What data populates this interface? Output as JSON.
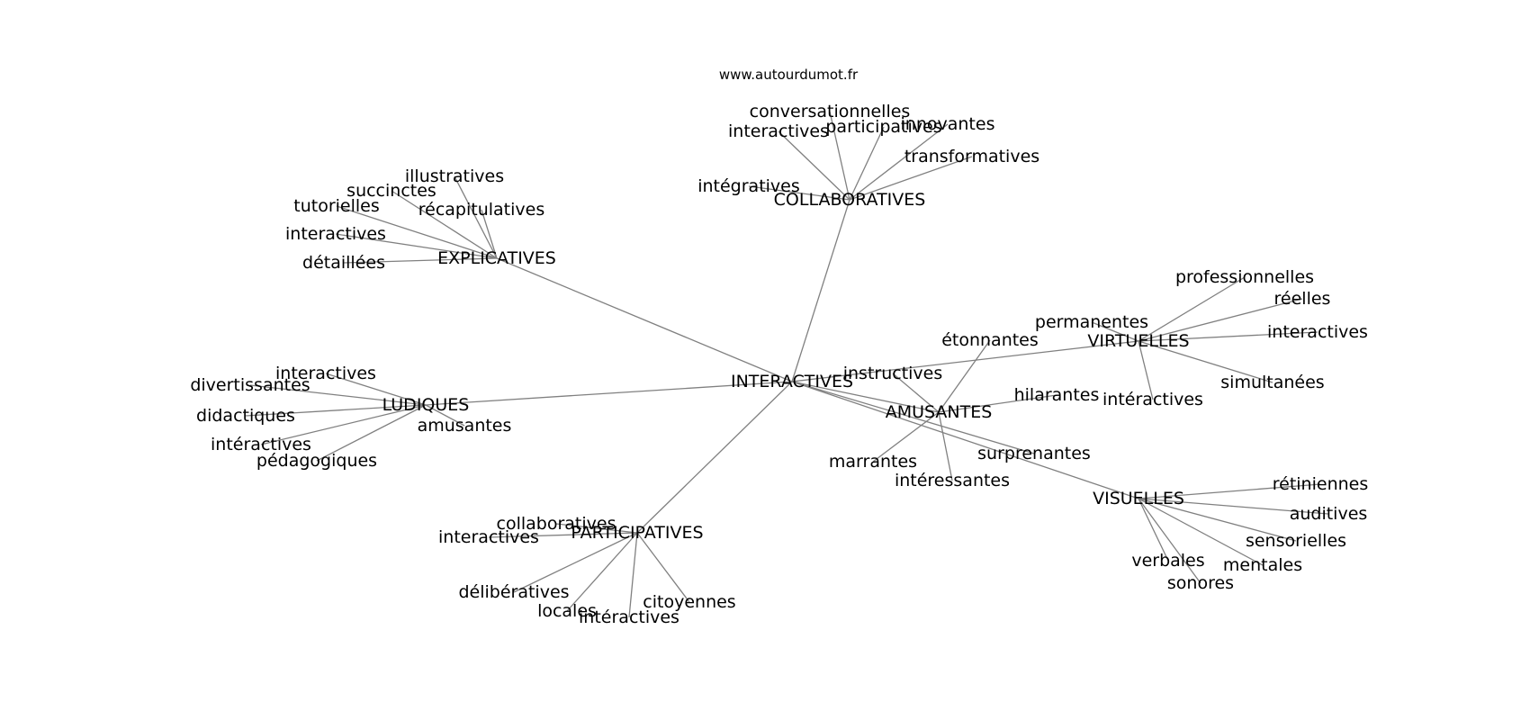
{
  "credit": "www.autourdumot.fr",
  "root": "INTERACTIVES",
  "hubs": [
    {
      "id": "collaboratives",
      "label": "COLLABORATIVES",
      "children": [
        "conversationnelles",
        "interactives",
        "participatives",
        "innovantes",
        "transformatives",
        "intégratives"
      ]
    },
    {
      "id": "explicatives",
      "label": "EXPLICATIVES",
      "children": [
        "illustratives",
        "succinctes",
        "tutorielles",
        "récapitulatives",
        "interactives",
        "détaillées"
      ]
    },
    {
      "id": "virtuelles",
      "label": "VIRTUELLES",
      "children": [
        "professionnelles",
        "réelles",
        "permanentes",
        "interactives",
        "simultanées",
        "intéractives"
      ]
    },
    {
      "id": "ludiques",
      "label": "LUDIQUES",
      "children": [
        "interactives",
        "divertissantes",
        "didactiques",
        "amusantes",
        "intéractives",
        "pédagogiques"
      ]
    },
    {
      "id": "amusantes",
      "label": "AMUSANTES",
      "children": [
        "étonnantes",
        "instructives",
        "hilarantes",
        "marrantes",
        "intéressantes"
      ]
    },
    {
      "id": "visuelles",
      "label": "VISUELLES",
      "children": [
        "rétiniennes",
        "auditives",
        "sensorielles",
        "mentales",
        "verbales",
        "sonores"
      ]
    },
    {
      "id": "participatives",
      "label": "PARTICIPATIVES",
      "children": [
        "collaboratives",
        "interactives",
        "délibératives",
        "locales",
        "citoyennes",
        "intéractives"
      ]
    }
  ],
  "direct_children": [
    "surprenantes"
  ]
}
